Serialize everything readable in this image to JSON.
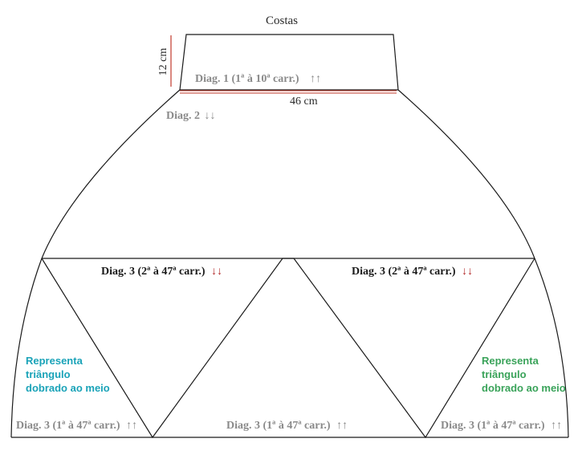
{
  "title": "Costas",
  "top_panel": {
    "height_label": "12 cm",
    "width_label": "46 cm",
    "diag1": {
      "text": "Diag. 1 (1ª à 10ª carr.)",
      "arrows": "↑↑"
    }
  },
  "yoke": {
    "diag2": {
      "text": "Diag. 2",
      "arrows": "↓↓"
    }
  },
  "lower": {
    "diag3_left": {
      "text": "Diag. 3 (2ª à 47ª carr.)",
      "arrows": "↓↓"
    },
    "diag3_right": {
      "text": "Diag. 3 (2ª à 47ª carr.)",
      "arrows": "↓↓"
    },
    "bottom_left": {
      "text": "Diag. 3 (1ª à 47ª carr.)",
      "arrows": "↑↑"
    },
    "bottom_center": {
      "text": "Diag. 3 (1ª à 47ª carr.)",
      "arrows": "↑↑"
    },
    "bottom_right": {
      "text": "Diag. 3 (1ª à 47ª carr.)",
      "arrows": "↑↑"
    }
  },
  "notes": {
    "left": {
      "lines": [
        "Representa",
        "triângulo",
        "dobrado ao meio"
      ],
      "color": "#1aa3b8"
    },
    "right": {
      "lines": [
        "Representa",
        "triângulo",
        "dobrado ao meio"
      ],
      "color": "#3aa35a"
    }
  },
  "colors": {
    "outline": "#1a1a1a",
    "dimension_line": "#c0392b",
    "label_grey": "#8a8a8a",
    "arrow_red": "#b22a2a"
  }
}
